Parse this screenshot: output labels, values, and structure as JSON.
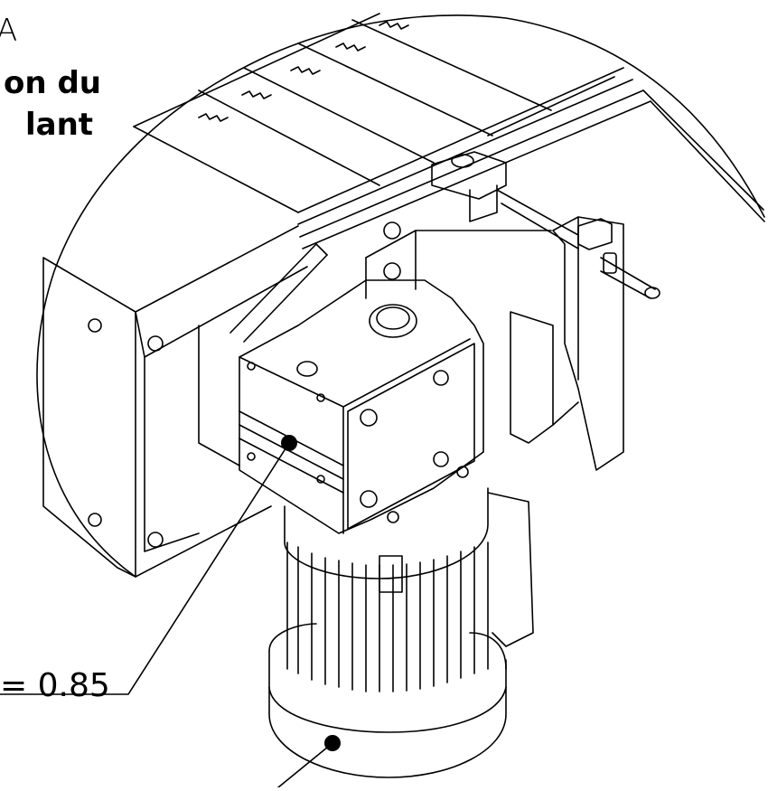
{
  "labels": {
    "partial_top": "A",
    "title_line1": "on du",
    "title_line2": "lant",
    "ratio": "= 0.85"
  }
}
